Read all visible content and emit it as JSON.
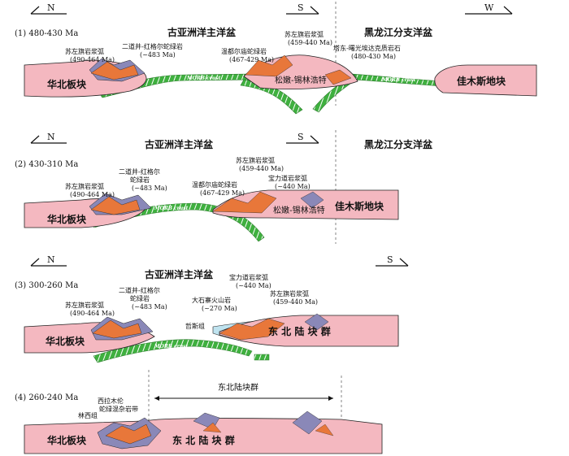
{
  "directions": {
    "n": "N",
    "s": "S",
    "w": "W"
  },
  "ocean": {
    "main": "古亚洲洋主洋盆",
    "branch": "黑龙江分支洋盆"
  },
  "morb_label": "MORB crust",
  "panel1": {
    "stage": "(1) 480-430 Ma",
    "north_plate": "华北板块",
    "east_plate": "佳木斯地块",
    "songnen": "松嫩-锡林浩特",
    "arc_suzuoqi": "苏左旗岩浆弧",
    "arc_suzuoqi_age": "(490-464 Ma)",
    "erdaojing": "二道井-红格尔蛇绿岩",
    "erdaojing_age": "(~483 Ma)",
    "wendu": "温都尔庙蛇绿岩",
    "wendu_age": "(467-429 Ma)",
    "suzuoqi2": "苏左旗岩浆弧",
    "suzuoqi2_age": "(459-440 Ma)",
    "tadong": "塔东-曙光埃达克质岩石",
    "tadong_age": "(480-430 Ma)"
  },
  "panel2": {
    "stage": "(2) 430-310 Ma",
    "north_plate": "华北板块",
    "east_plate": "佳木斯地块",
    "songnen": "松嫩-锡林浩特",
    "arc_suzuoqi": "苏左旗岩浆弧",
    "arc_suzuoqi_age": "(490-464 Ma)",
    "erdaojing_a": "二道井-红格尔",
    "erdaojing_b": "蛇绿岩",
    "erdaojing_age": "(~483 Ma)",
    "wendu": "温都尔庙蛇绿岩",
    "wendu_age": "(467-429 Ma)",
    "suzuoqi2": "苏左旗岩浆弧",
    "suzuoqi2_age": "(459-440 Ma)",
    "baolidao": "宝力道岩浆弧",
    "baolidao_age": "(~440 Ma)"
  },
  "panel3": {
    "stage": "(3) 300-260 Ma",
    "north_plate": "华北板块",
    "east_plate": "东 北 陆 块 群",
    "arc_suzuoqi": "苏左旗岩浆弧",
    "arc_suzuoqi_age": "(490-464 Ma)",
    "erdaojing_a": "二道井-红格尔",
    "erdaojing_b": "蛇绿岩",
    "erdaojing_age": "(~483 Ma)",
    "dashizhai": "大石寨火山岩",
    "dashizhai_age": "(~270 Ma)",
    "zhesi": "哲斯组",
    "baolidao": "宝力道岩浆弧",
    "baolidao_age": "(~440 Ma)",
    "suzuoqi2": "苏左旗岩浆弧",
    "suzuoqi2_age": "(459-440 Ma)"
  },
  "panel4": {
    "stage": "(4) 260-240 Ma",
    "group_label": "东北陆块群",
    "north_plate": "华北板块",
    "east_plate": "东 北 陆 块 群",
    "linxi": "林西组",
    "xilamulun_a": "西拉木伦",
    "xilamulun_b": "蛇绿混杂岩带"
  },
  "colors": {
    "plate": "#f4b8c0",
    "slab": "#3fb03f",
    "arc": "#e8773a",
    "melange": "#8a88b8",
    "water": "#bfe3ef"
  }
}
